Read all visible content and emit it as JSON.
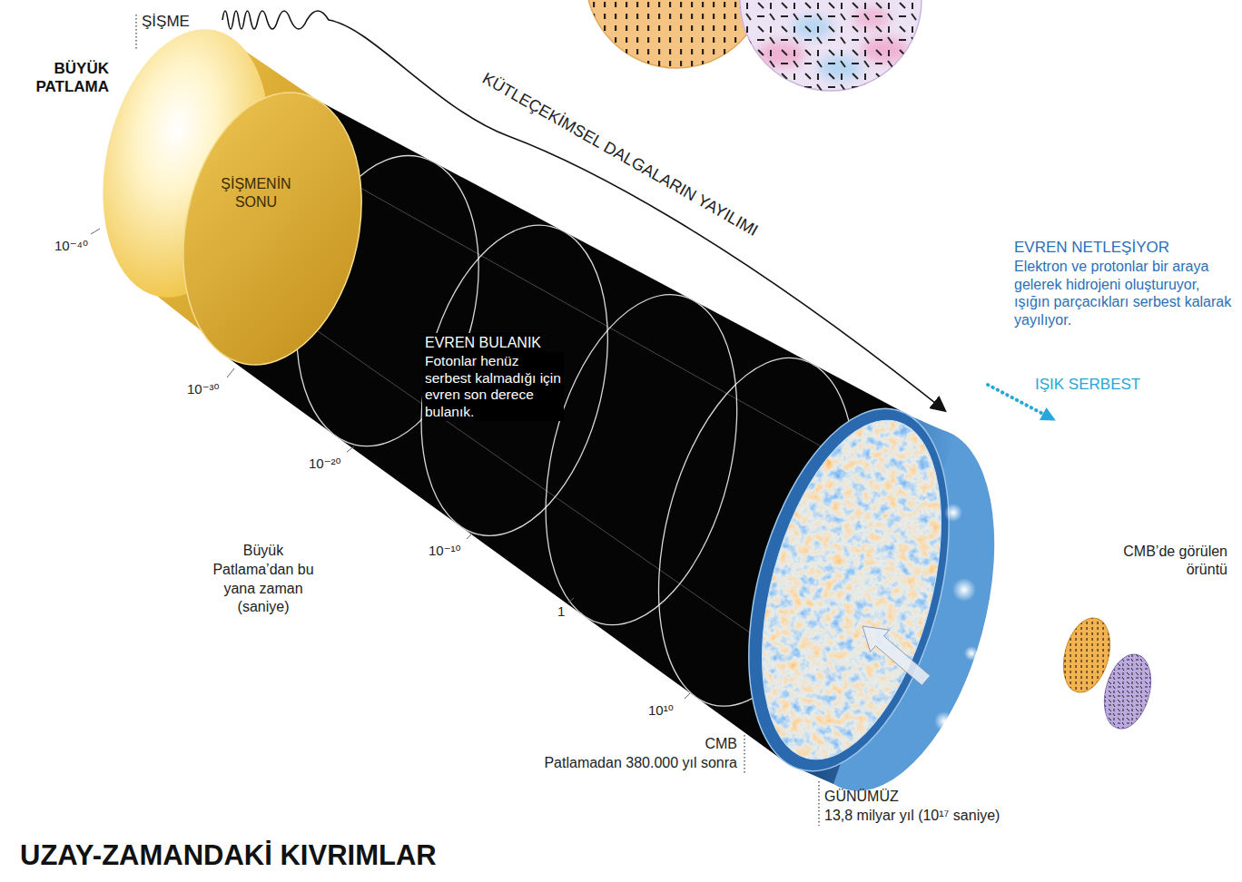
{
  "diagram": {
    "title": "UZAY-ZAMANDAKİ KIVRIMLAR",
    "nodes": [
      {
        "text": [
          "ŞİŞMENİN SONU"
        ]
      }
    ],
    "labels": [
      "ŞİŞME",
      "BÜYÜK PATLAMA",
      "KÜTLEÇEKİMSEL DALGALARIN YAYILIMI",
      "EVREN NETLEŞİYOR",
      "Elektron ve protonlar bir araya gelerek hidrojeni oluşturuyor, ışığın parçacıkları serbest kalarak yayılıyor.",
      "IŞIK SERBEST",
      "EVREN BULANIK",
      "Fotonlar henüz serbest kalmadığı için evren son derece bulanık.",
      "10⁻⁴⁰",
      "10⁻³⁰",
      "10⁻²⁰",
      "10⁻¹⁰",
      "1",
      "10¹⁰",
      "Büyük Patlama’dan bu yana zaman (saniye)",
      "CMB’de görülen örüntü",
      "CMB",
      "Patlamadan 380.000 yıl sonra",
      "GÜNÜMÜZ",
      "13,8 milyar yıl (10¹⁷ saniye)"
    ]
  }
}
